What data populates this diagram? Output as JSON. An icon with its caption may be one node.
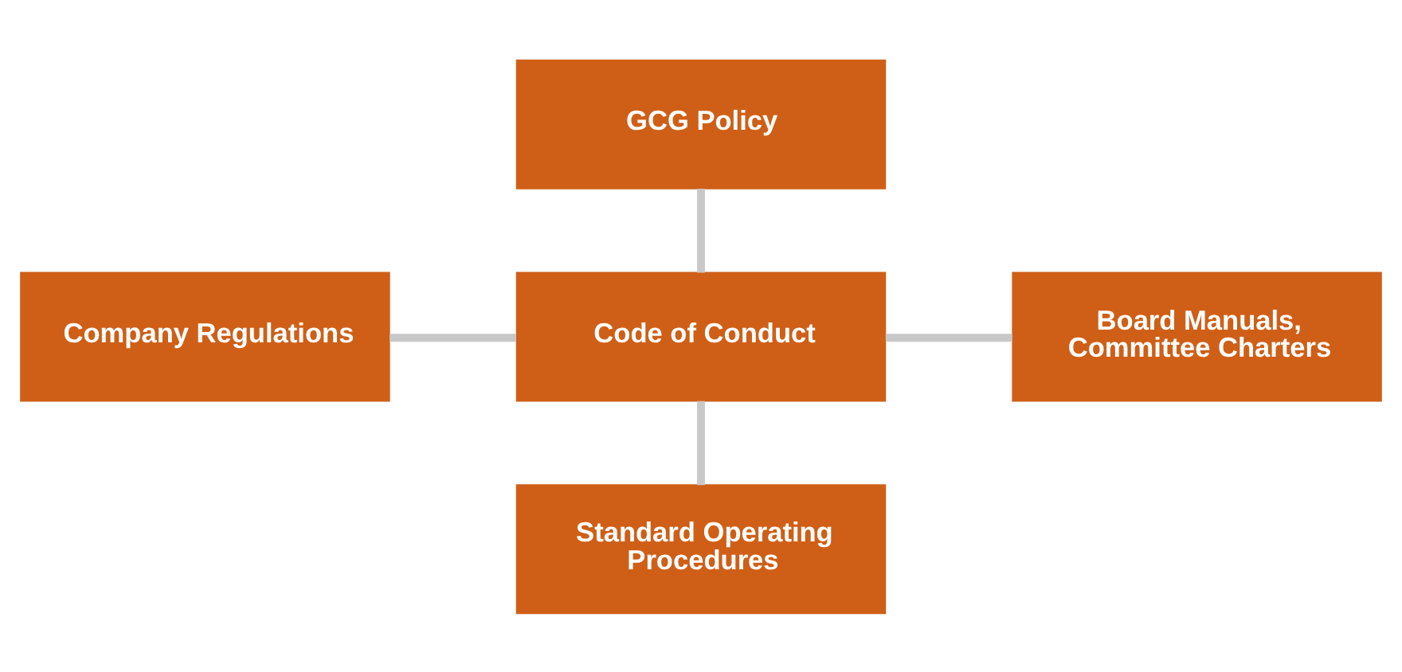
{
  "diagram": {
    "nodes": [
      {
        "text": [
          "GCG Policy"
        ]
      },
      {
        "text": [
          "Company Regulations"
        ]
      },
      {
        "text": [
          "Code of Conduct"
        ]
      },
      {
        "text": [
          "Board Manuals, Committee Charters"
        ]
      },
      {
        "text": [
          "Standard Operating Procedures"
        ]
      }
    ],
    "edges": [
      {
        "from": 0,
        "to": 2,
        "arrow": "none"
      },
      {
        "from": 1,
        "to": 2,
        "arrow": "none"
      },
      {
        "from": 2,
        "to": 3,
        "arrow": "none"
      },
      {
        "from": 2,
        "to": 4,
        "arrow": "none"
      }
    ]
  }
}
